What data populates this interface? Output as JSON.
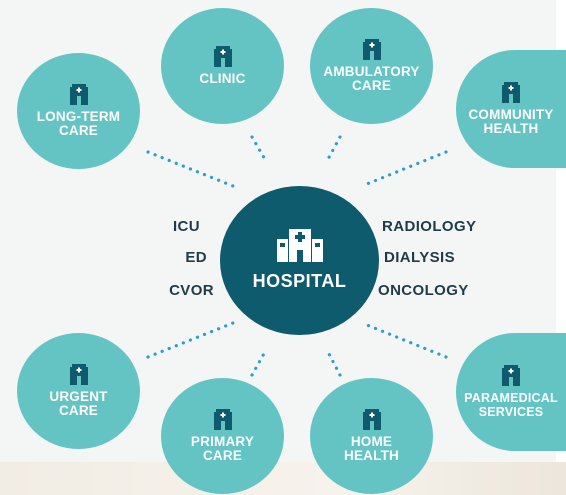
{
  "colors": {
    "node": "#64c4c4",
    "hub": "#0f5b6e",
    "icon": "#0f5b6e",
    "dots": "#2a9fcf",
    "service_text": "#1f3c48"
  },
  "hub": {
    "label": "HOSPITAL",
    "icon": "hospital-building-icon"
  },
  "services_left": [
    "ICU",
    "ED",
    "CVOR"
  ],
  "services_right": [
    "RADIOLOGY",
    "DIALYSIS",
    "ONCOLOGY"
  ],
  "nodes": [
    {
      "label": "LONG-TERM\nCARE",
      "icon": "clinic-building-icon"
    },
    {
      "label": "CLINIC",
      "icon": "clinic-building-icon"
    },
    {
      "label": "AMBULATORY\nCARE",
      "icon": "clinic-building-icon"
    },
    {
      "label": "COMMUNITY\nHEALTH",
      "icon": "clinic-building-icon"
    },
    {
      "label": "URGENT\nCARE",
      "icon": "clinic-building-icon"
    },
    {
      "label": "PRIMARY\nCARE",
      "icon": "clinic-building-icon"
    },
    {
      "label": "HOME\nHEALTH",
      "icon": "clinic-building-icon"
    },
    {
      "label": "PARAMEDICAL\nSERVICES",
      "icon": "clinic-building-icon"
    }
  ]
}
